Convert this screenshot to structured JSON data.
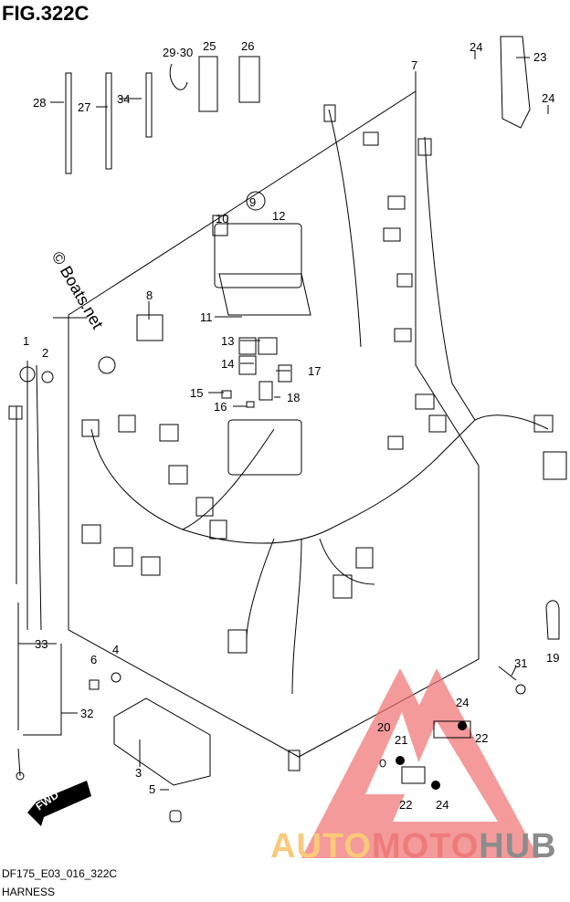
{
  "figure": {
    "title": "FIG.322C",
    "code": "DF175_E03_016_322C",
    "name": "HARNESS",
    "watermark": "© Boats.net",
    "direction_marker": "FWD"
  },
  "callouts": {
    "c1": "1",
    "c2": "2",
    "c3": "3",
    "c4": "4",
    "c5": "5",
    "c6": "6",
    "c7": "7",
    "c8": "8",
    "c9": "9",
    "c10": "10",
    "c11": "11",
    "c12": "12",
    "c13": "13",
    "c14": "14",
    "c15": "15",
    "c16": "16",
    "c17": "17",
    "c18": "18",
    "c19": "19",
    "c20": "20",
    "c21": "21",
    "c22a": "22",
    "c22b": "22",
    "c23": "23",
    "c24a": "24",
    "c24b": "24",
    "c24c": "24",
    "c24d": "24",
    "c25": "25",
    "c26": "26",
    "c27": "27",
    "c28": "28",
    "c2930": "29·30",
    "c31": "31",
    "c32": "32",
    "c33": "33",
    "c34": "34"
  },
  "brand": {
    "part1": "AUTO",
    "part2": "MOTO",
    "part3": "HUB",
    "colors": [
      "#fbc97a",
      "#ee7b7b",
      "#8c8c8c"
    ],
    "triangle_color": "#f07070"
  }
}
